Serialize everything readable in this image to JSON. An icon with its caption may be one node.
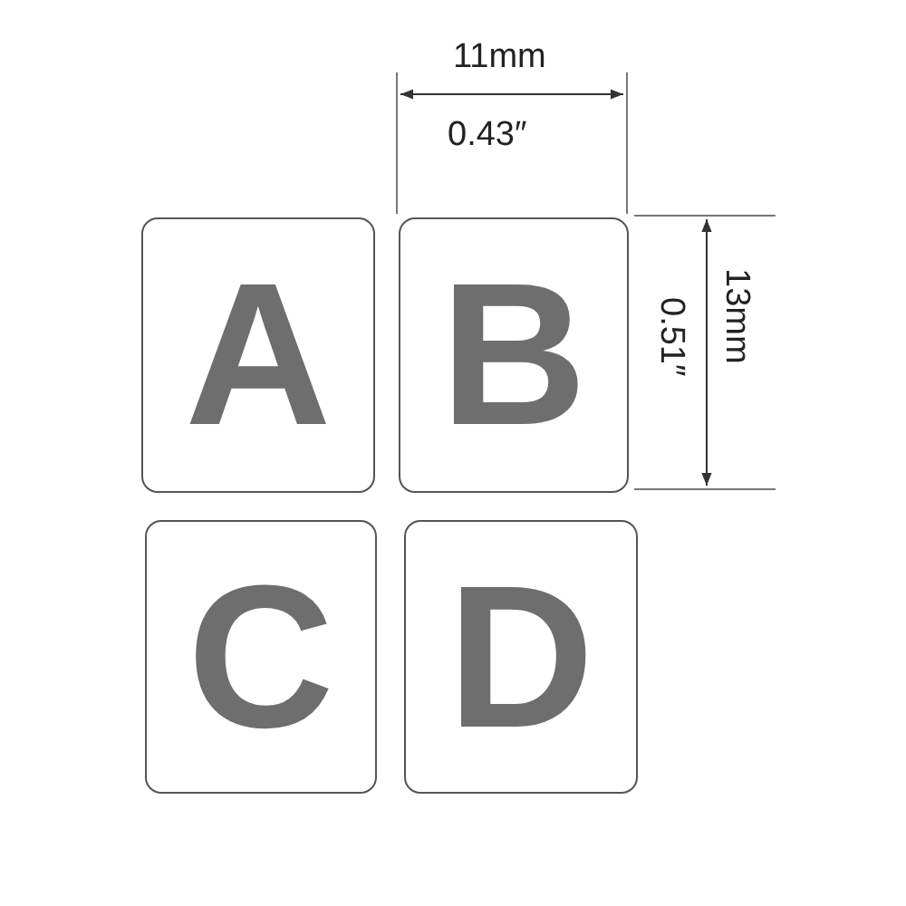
{
  "diagram": {
    "nodes": [
      {
        "text": [
          "A"
        ]
      },
      {
        "text": [
          "B"
        ]
      },
      {
        "text": [
          "C"
        ]
      },
      {
        "text": [
          "D"
        ]
      }
    ],
    "labels": [
      "11mm",
      "0.43″",
      "0.51″",
      "13mm"
    ]
  }
}
